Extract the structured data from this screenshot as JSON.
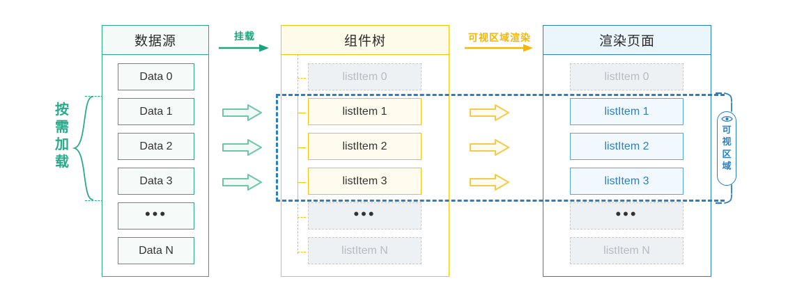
{
  "diagram": {
    "title_hidden": "",
    "colors": {
      "teal": "#2aa98a",
      "yellow": "#f2c30d",
      "blue": "#2a7fc1",
      "muted_text": "#b6bcc2",
      "muted_fill": "#eef1f3"
    }
  },
  "left_annotation": {
    "label": "按需加载",
    "chars": [
      "按",
      "需",
      "加",
      "载"
    ]
  },
  "panels": [
    {
      "key": "data_source",
      "header": "数据源",
      "rows": [
        {
          "label": "Data 0",
          "state": "active"
        },
        {
          "label": "Data 1",
          "state": "active"
        },
        {
          "label": "Data 2",
          "state": "active"
        },
        {
          "label": "Data 3",
          "state": "active"
        },
        {
          "label": "•••",
          "state": "ellipsis"
        },
        {
          "label": "Data N",
          "state": "active"
        }
      ]
    },
    {
      "key": "component_tree",
      "header": "组件树",
      "rows": [
        {
          "label": "listItem 0",
          "state": "inactive"
        },
        {
          "label": "listItem 1",
          "state": "active"
        },
        {
          "label": "listItem 2",
          "state": "active"
        },
        {
          "label": "listItem 3",
          "state": "active"
        },
        {
          "label": "•••",
          "state": "ellipsis"
        },
        {
          "label": "listItem N",
          "state": "inactive"
        }
      ]
    },
    {
      "key": "render_page",
      "header": "渲染页面",
      "rows": [
        {
          "label": "listItem 0",
          "state": "inactive"
        },
        {
          "label": "listItem 1",
          "state": "active"
        },
        {
          "label": "listItem 2",
          "state": "active"
        },
        {
          "label": "listItem 3",
          "state": "active"
        },
        {
          "label": "•••",
          "state": "ellipsis"
        },
        {
          "label": "listItem N",
          "state": "inactive"
        }
      ]
    }
  ],
  "flow_labels": {
    "mount": "挂载",
    "viewport_render": "可视区域渲染"
  },
  "viewport_annotation": {
    "label": "可视区域",
    "chars": [
      "可",
      "视",
      "区",
      "域"
    ],
    "icon": "eye-icon"
  }
}
